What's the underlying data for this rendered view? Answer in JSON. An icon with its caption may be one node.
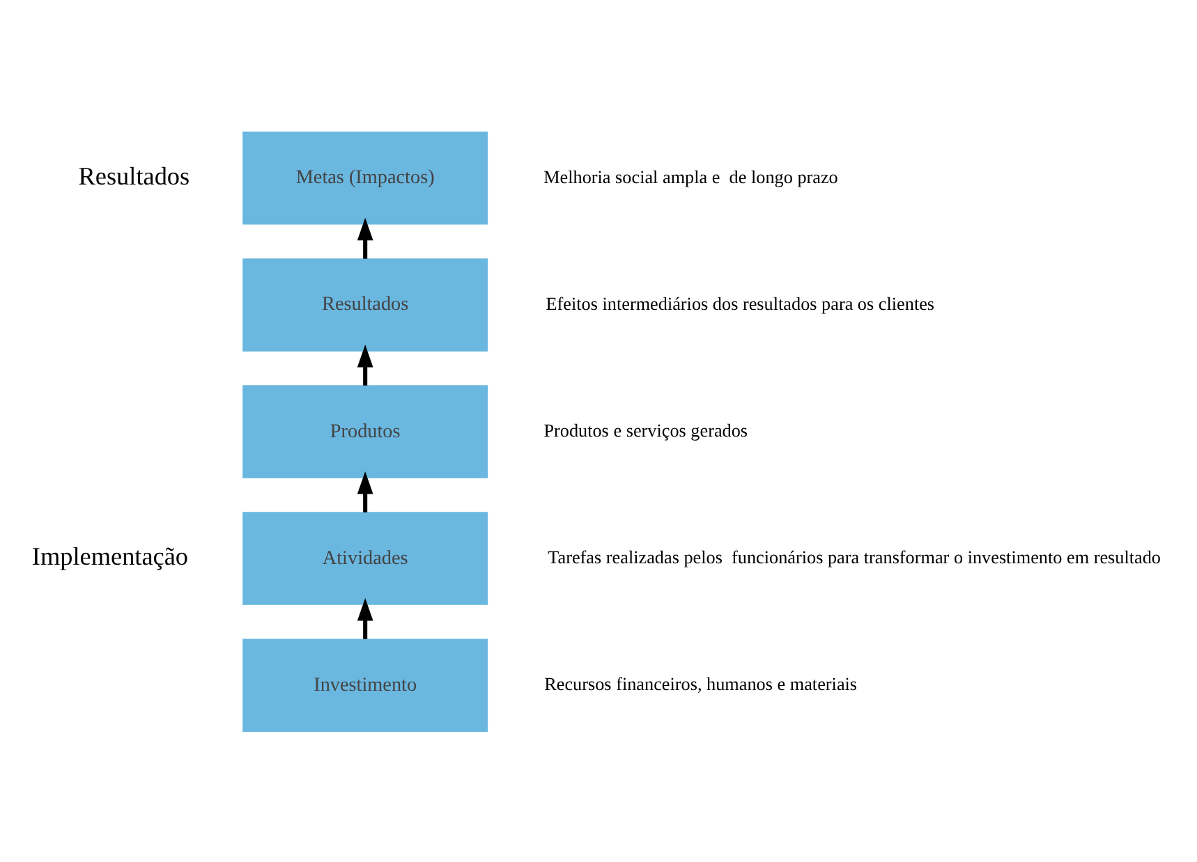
{
  "diagram": {
    "nodes": [
      {
        "text": [
          "Metas (Impactos)"
        ],
        "beside": [
          "Melhoria social ampla e  de longo prazo"
        ]
      },
      {
        "text": [
          "Resultados"
        ],
        "beside": [
          "Efeitos intermediários dos resultados para os clientes"
        ]
      },
      {
        "text": [
          "Produtos"
        ],
        "beside": [
          "Produtos e serviços gerados"
        ]
      },
      {
        "text": [
          "Atividades"
        ],
        "beside": [
          "Tarefas realizadas pelos  funcionários para transformar o investimento em resultado"
        ]
      },
      {
        "text": [
          "Investimento"
        ],
        "beside": [
          "Recursos financeiros, humanos e materiais"
        ]
      }
    ],
    "edges": [
      {
        "from": 4,
        "to": 3,
        "arrow": "to"
      },
      {
        "from": 3,
        "to": 2,
        "arrow": "to"
      },
      {
        "from": 2,
        "to": 1,
        "arrow": "to"
      },
      {
        "from": 1,
        "to": 0,
        "arrow": "to"
      }
    ],
    "labels": [
      "Resultados",
      "Implementação"
    ]
  }
}
